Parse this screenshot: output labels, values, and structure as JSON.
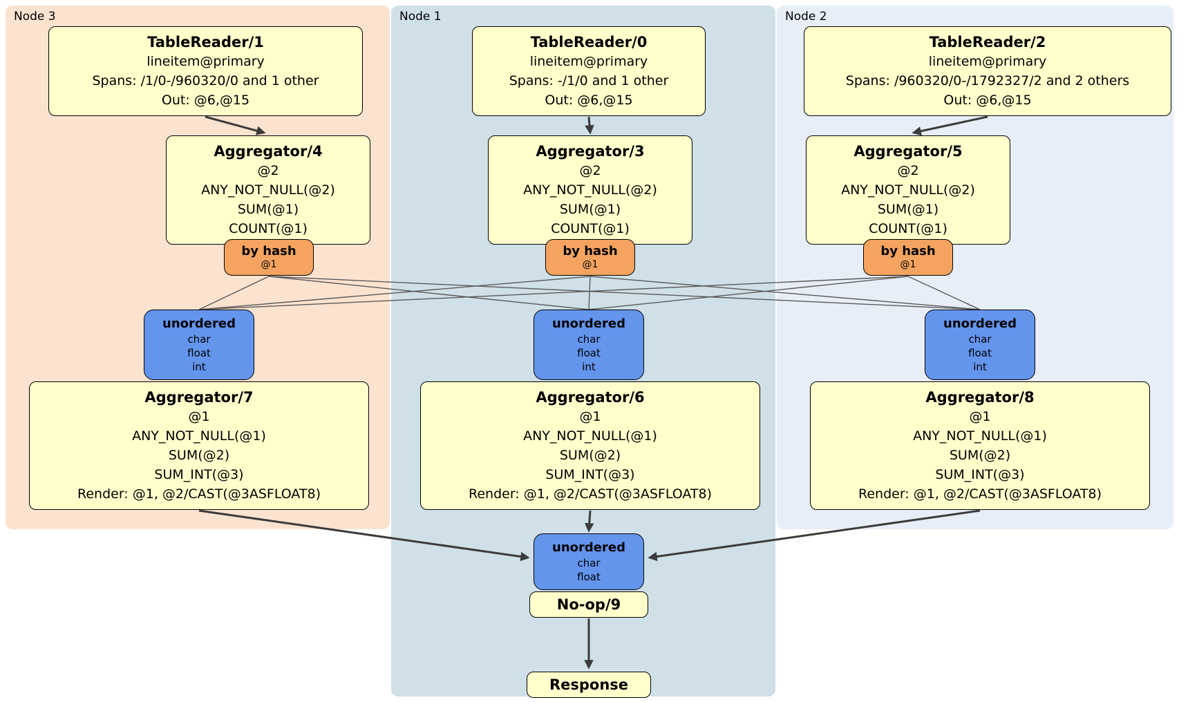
{
  "groups": {
    "node3": {
      "label": "Node 3"
    },
    "node1": {
      "label": "Node 1"
    },
    "node2": {
      "label": "Node 2"
    }
  },
  "boxes": {
    "tablereader1": {
      "title": "TableReader/1",
      "lines": [
        "lineitem@primary",
        "Spans: /1/0-/960320/0 and 1 other",
        "Out: @6,@15"
      ]
    },
    "tablereader0": {
      "title": "TableReader/0",
      "lines": [
        "lineitem@primary",
        "Spans: -/1/0 and 1 other",
        "Out: @6,@15"
      ]
    },
    "tablereader2": {
      "title": "TableReader/2",
      "lines": [
        "lineitem@primary",
        "Spans: /960320/0-/1792327/2 and 2 others",
        "Out: @6,@15"
      ]
    },
    "aggregator4": {
      "title": "Aggregator/4",
      "lines": [
        "@2",
        "ANY_NOT_NULL(@2)",
        "SUM(@1)",
        "COUNT(@1)"
      ]
    },
    "aggregator3": {
      "title": "Aggregator/3",
      "lines": [
        "@2",
        "ANY_NOT_NULL(@2)",
        "SUM(@1)",
        "COUNT(@1)"
      ]
    },
    "aggregator5": {
      "title": "Aggregator/5",
      "lines": [
        "@2",
        "ANY_NOT_NULL(@2)",
        "SUM(@1)",
        "COUNT(@1)"
      ]
    },
    "byhash3": {
      "title": "by hash",
      "lines": [
        "@1"
      ]
    },
    "byhash1": {
      "title": "by hash",
      "lines": [
        "@1"
      ]
    },
    "byhash2": {
      "title": "by hash",
      "lines": [
        "@1"
      ]
    },
    "unordered3": {
      "title": "unordered",
      "lines": [
        "char",
        "float",
        "int"
      ]
    },
    "unordered1": {
      "title": "unordered",
      "lines": [
        "char",
        "float",
        "int"
      ]
    },
    "unordered2": {
      "title": "unordered",
      "lines": [
        "char",
        "float",
        "int"
      ]
    },
    "aggregator7": {
      "title": "Aggregator/7",
      "lines": [
        "@1",
        "ANY_NOT_NULL(@1)",
        "SUM(@2)",
        "SUM_INT(@3)",
        "Render: @1, @2/CAST(@3ASFLOAT8)"
      ]
    },
    "aggregator6": {
      "title": "Aggregator/6",
      "lines": [
        "@1",
        "ANY_NOT_NULL(@1)",
        "SUM(@2)",
        "SUM_INT(@3)",
        "Render: @1, @2/CAST(@3ASFLOAT8)"
      ]
    },
    "aggregator8": {
      "title": "Aggregator/8",
      "lines": [
        "@1",
        "ANY_NOT_NULL(@1)",
        "SUM(@2)",
        "SUM_INT(@3)",
        "Render: @1, @2/CAST(@3ASFLOAT8)"
      ]
    },
    "unordered_final": {
      "title": "unordered",
      "lines": [
        "char",
        "float"
      ]
    },
    "noop": {
      "title": "No-op/9"
    },
    "response": {
      "title": "Response"
    }
  },
  "colors": {
    "node3_bg": "#fce3d0",
    "node1_bg": "#cfe0e8",
    "node2_bg": "#e8eef7",
    "box_yellow": "#ffffcc",
    "router_orange": "#f4a460",
    "sync_blue": "#6495ed",
    "edge_dark": "#3b3b3b",
    "edge_gray": "#595959"
  }
}
